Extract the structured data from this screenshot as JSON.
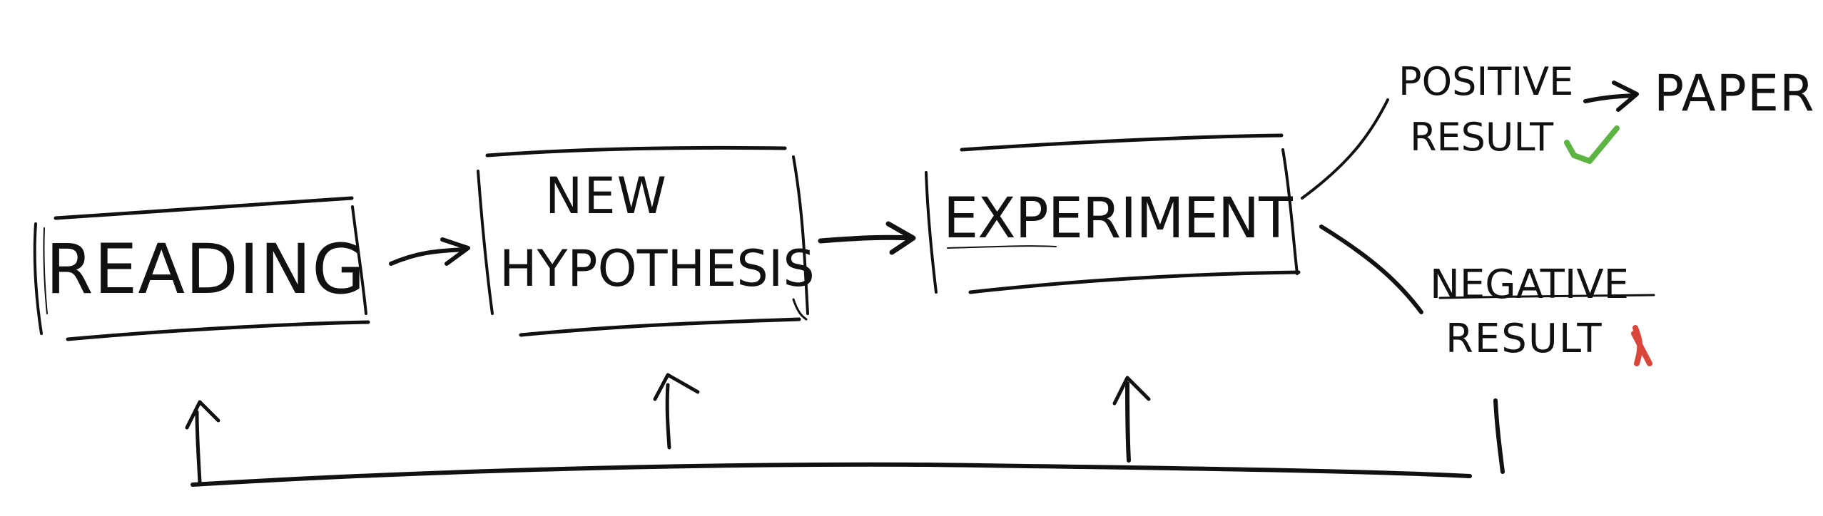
{
  "nodes": {
    "reading": "READING",
    "new_hypothesis_line1": "NEW",
    "new_hypothesis_line2": "HYPOTHESIS",
    "experiment": "EXPERIMENT",
    "positive_result_line1": "POSITIVE",
    "positive_result_line2": "RESULT",
    "paper": "PAPER",
    "negative_result_line1": "NEGATIVE",
    "negative_result_line2": "RESULT"
  },
  "marks": {
    "positive_mark": "check-icon",
    "negative_mark": "x-icon"
  },
  "colors": {
    "ink": "#111111",
    "positive": "#5cb443",
    "negative": "#d9473a"
  }
}
